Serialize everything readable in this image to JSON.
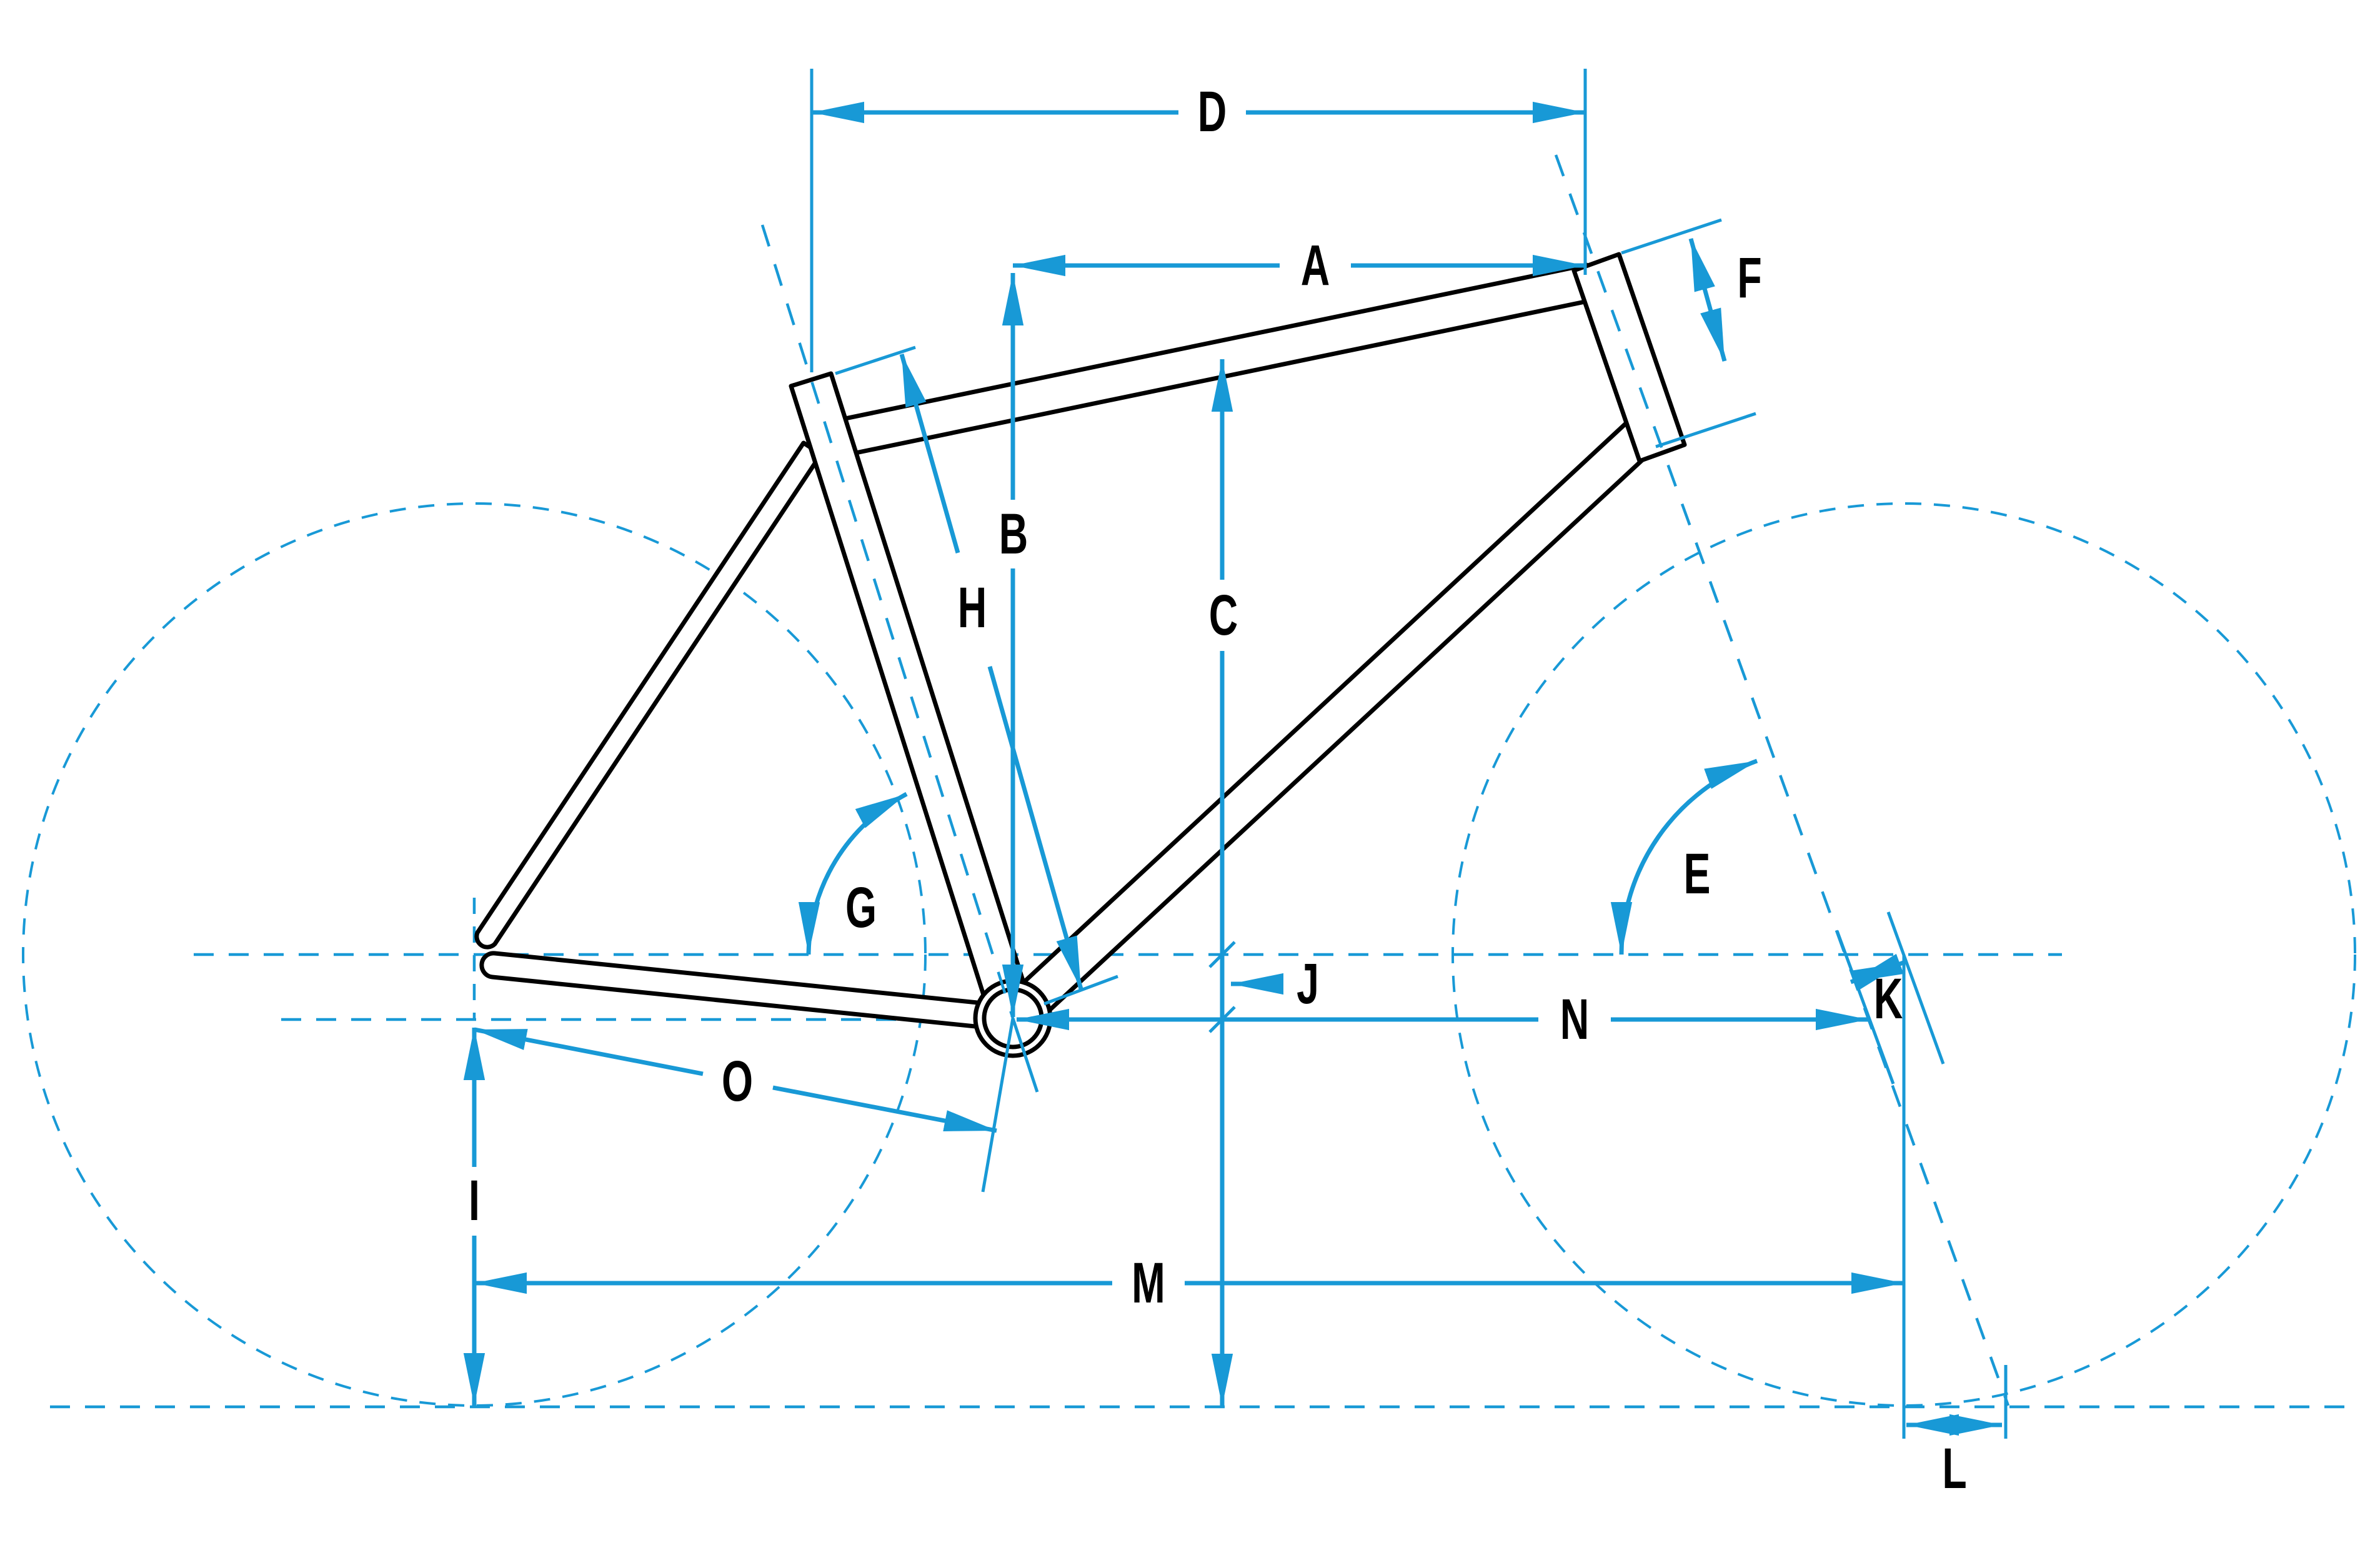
{
  "diagram": {
    "type": "bicycle-frame-geometry-diagram",
    "labels": [
      {
        "id": "A",
        "text": "A"
      },
      {
        "id": "B",
        "text": "B"
      },
      {
        "id": "C",
        "text": "C"
      },
      {
        "id": "D",
        "text": "D"
      },
      {
        "id": "E",
        "text": "E"
      },
      {
        "id": "F",
        "text": "F"
      },
      {
        "id": "G",
        "text": "G"
      },
      {
        "id": "H",
        "text": "H"
      },
      {
        "id": "I",
        "text": "I"
      },
      {
        "id": "J",
        "text": "J"
      },
      {
        "id": "K",
        "text": "K"
      },
      {
        "id": "L",
        "text": "L"
      },
      {
        "id": "M",
        "text": "M"
      },
      {
        "id": "N",
        "text": "N"
      },
      {
        "id": "O",
        "text": "O"
      }
    ],
    "colors": {
      "dimension_blue": "#1899d6",
      "frame_black": "#000000",
      "background": "#ffffff"
    }
  }
}
